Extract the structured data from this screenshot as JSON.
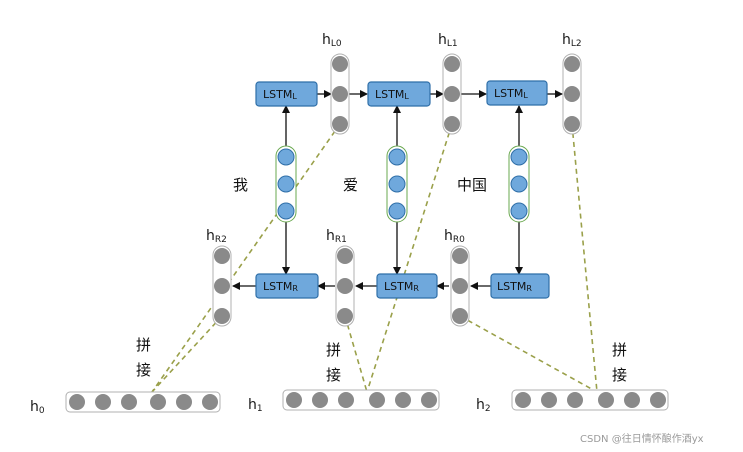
{
  "colors": {
    "lstm_fill": "#6fa8dc",
    "lstm_stroke": "#2f6fa8",
    "embed_fill": "#6fa8dc",
    "state_circle": "#8a8a8a",
    "dash": "#9aa04a"
  },
  "forward": {
    "cells": [
      {
        "main": "LSTM",
        "sub": "L"
      },
      {
        "main": "LSTM",
        "sub": "L"
      },
      {
        "main": "LSTM",
        "sub": "L"
      }
    ],
    "states": [
      {
        "main": "h",
        "sub": "L0"
      },
      {
        "main": "h",
        "sub": "L1"
      },
      {
        "main": "h",
        "sub": "L2"
      }
    ]
  },
  "backward": {
    "cells": [
      {
        "main": "LSTM",
        "sub": "R"
      },
      {
        "main": "LSTM",
        "sub": "R"
      },
      {
        "main": "LSTM",
        "sub": "R"
      }
    ],
    "states": [
      {
        "main": "h",
        "sub": "R2"
      },
      {
        "main": "h",
        "sub": "R1"
      },
      {
        "main": "h",
        "sub": "R0"
      }
    ]
  },
  "words": [
    "我",
    "爱",
    "中国"
  ],
  "concat_label": [
    "拼",
    "接"
  ],
  "outputs": [
    {
      "main": "h",
      "sub": "0"
    },
    {
      "main": "h",
      "sub": "1"
    },
    {
      "main": "h",
      "sub": "2"
    }
  ],
  "watermark": "CSDN @往日情怀酿作酒yx"
}
